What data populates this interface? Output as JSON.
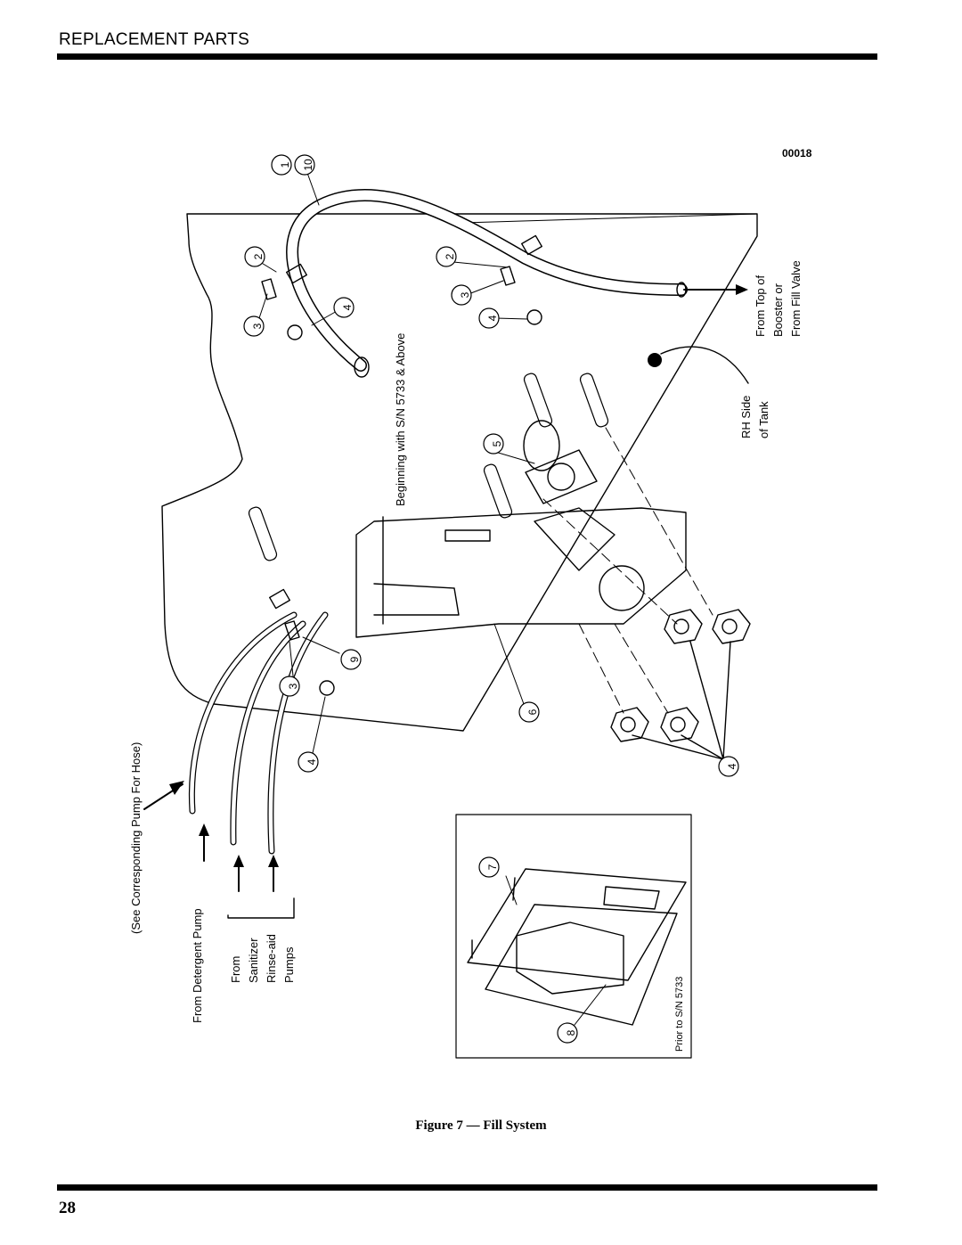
{
  "header": {
    "section_title": "REPLACEMENT PARTS"
  },
  "figure": {
    "drawing_number": "00018",
    "caption": "Figure 7 — Fill System",
    "notes": {
      "see_pump": "(See Corresponding Pump For Hose)",
      "from_detergent": "From Detergent Pump",
      "from_label": "From",
      "sanitizer": "Sanitizer",
      "rinse_aid": "Rinse-aid",
      "pumps": "Pumps",
      "beginning_sn": "Beginning with S/N 5733 & Above",
      "rh_side": "RH Side",
      "of_tank": "of Tank",
      "from_top_of": "From Top of",
      "booster_or": "Booster or",
      "from_fill_valve": "From Fill Valve",
      "prior_to_sn": "Prior to S/N 5733"
    },
    "callouts": {
      "c1": "1",
      "c10": "10",
      "c2a": "2",
      "c3a": "3",
      "c4a": "4",
      "c2b": "2",
      "c3b": "3",
      "c4b": "4",
      "c5": "5",
      "c6": "6",
      "c9": "9",
      "c3c": "3",
      "c4c": "4",
      "c4d": "4",
      "c7": "7",
      "c8": "8"
    }
  },
  "footer": {
    "page_number": "28"
  }
}
